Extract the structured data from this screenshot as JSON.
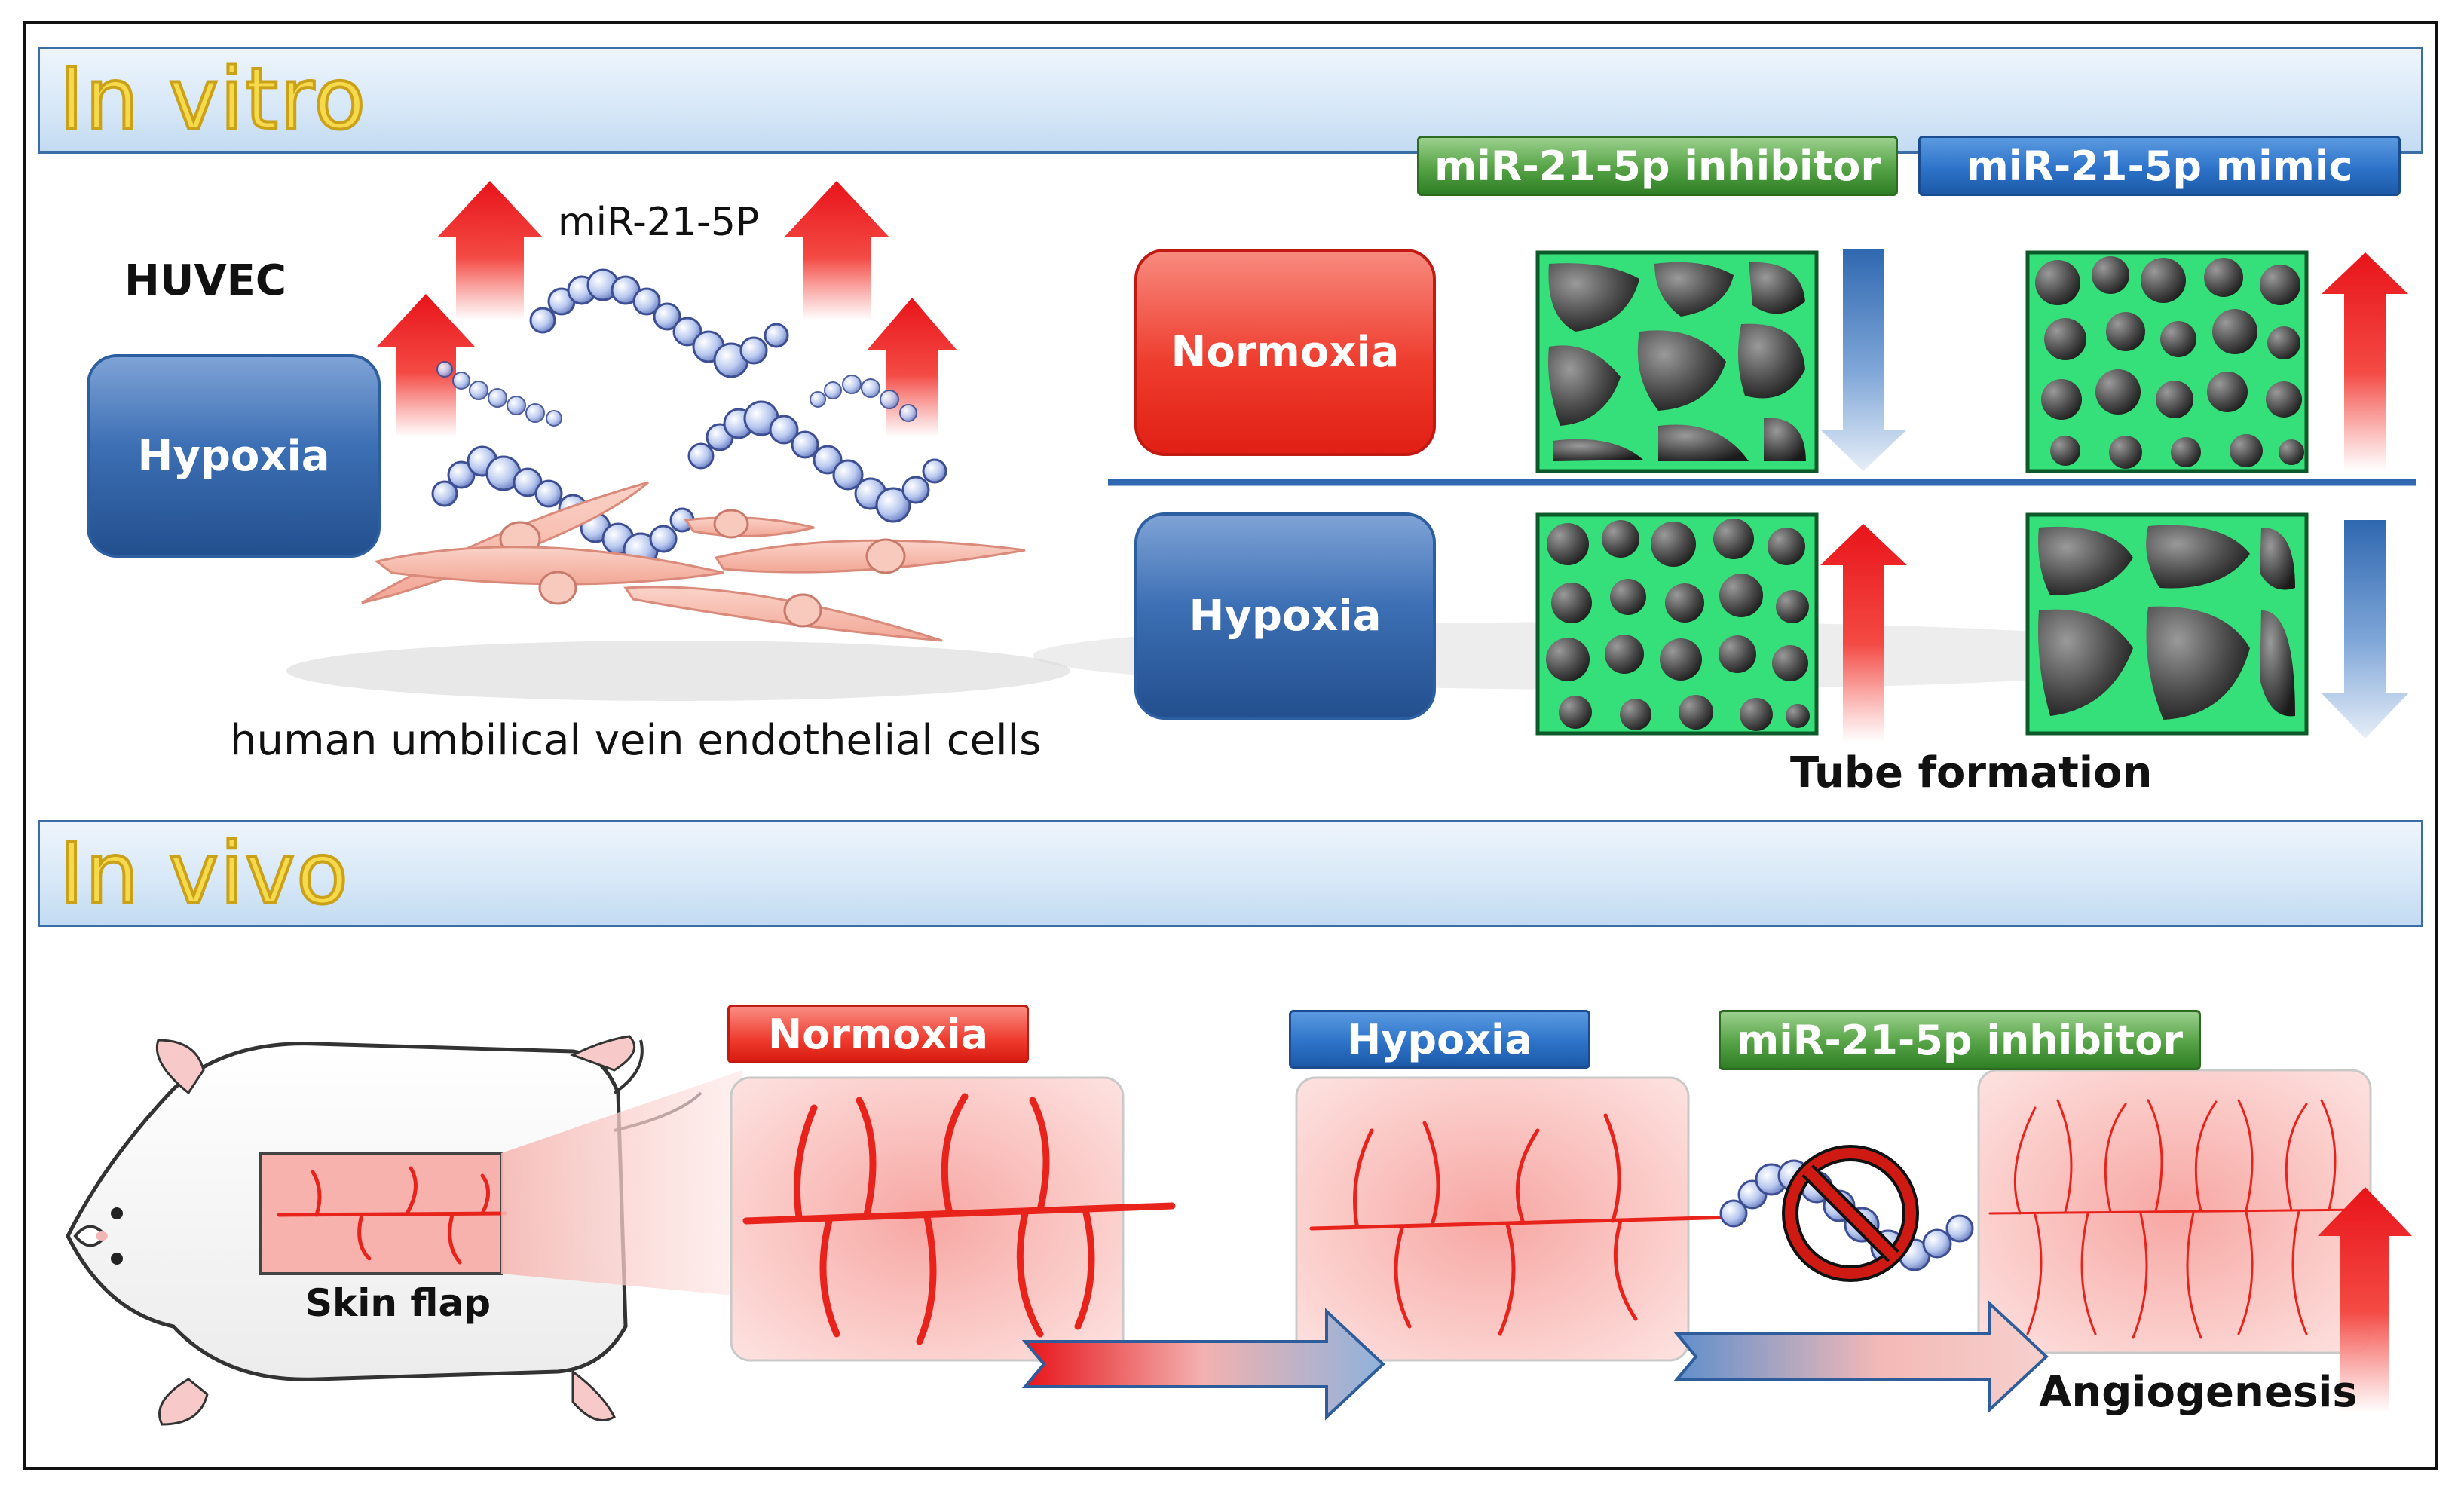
{
  "in_vitro": {
    "title": "In vitro",
    "huvec_label": "HUVEC",
    "mirna_label": "miR-21-5P",
    "huvec_caption": "human umbilical vein endothelial cells",
    "hypoxia_box": "Hypoxia",
    "inhibitor_tag": "miR-21-5p inhibitor",
    "mimic_tag": "miR-21-5p mimic",
    "row_normoxia": "Normoxia",
    "row_hypoxia": "Hypoxia",
    "tube_formation_label": "Tube formation"
  },
  "in_vivo": {
    "title": "In vivo",
    "skin_flap_label": "Skin flap",
    "normoxia_tag": "Normoxia",
    "hypoxia_tag": "Hypoxia",
    "inhibitor_tag": "miR-21-5p inhibitor",
    "angiogenesis_label": "Angiogenesis"
  },
  "colors": {
    "up_arrow": "#e8141a",
    "down_arrow": "#2f68b0",
    "tube_network": "#35e07a",
    "vessel": "#e8231c",
    "title_yellow": "#f7d94c"
  }
}
